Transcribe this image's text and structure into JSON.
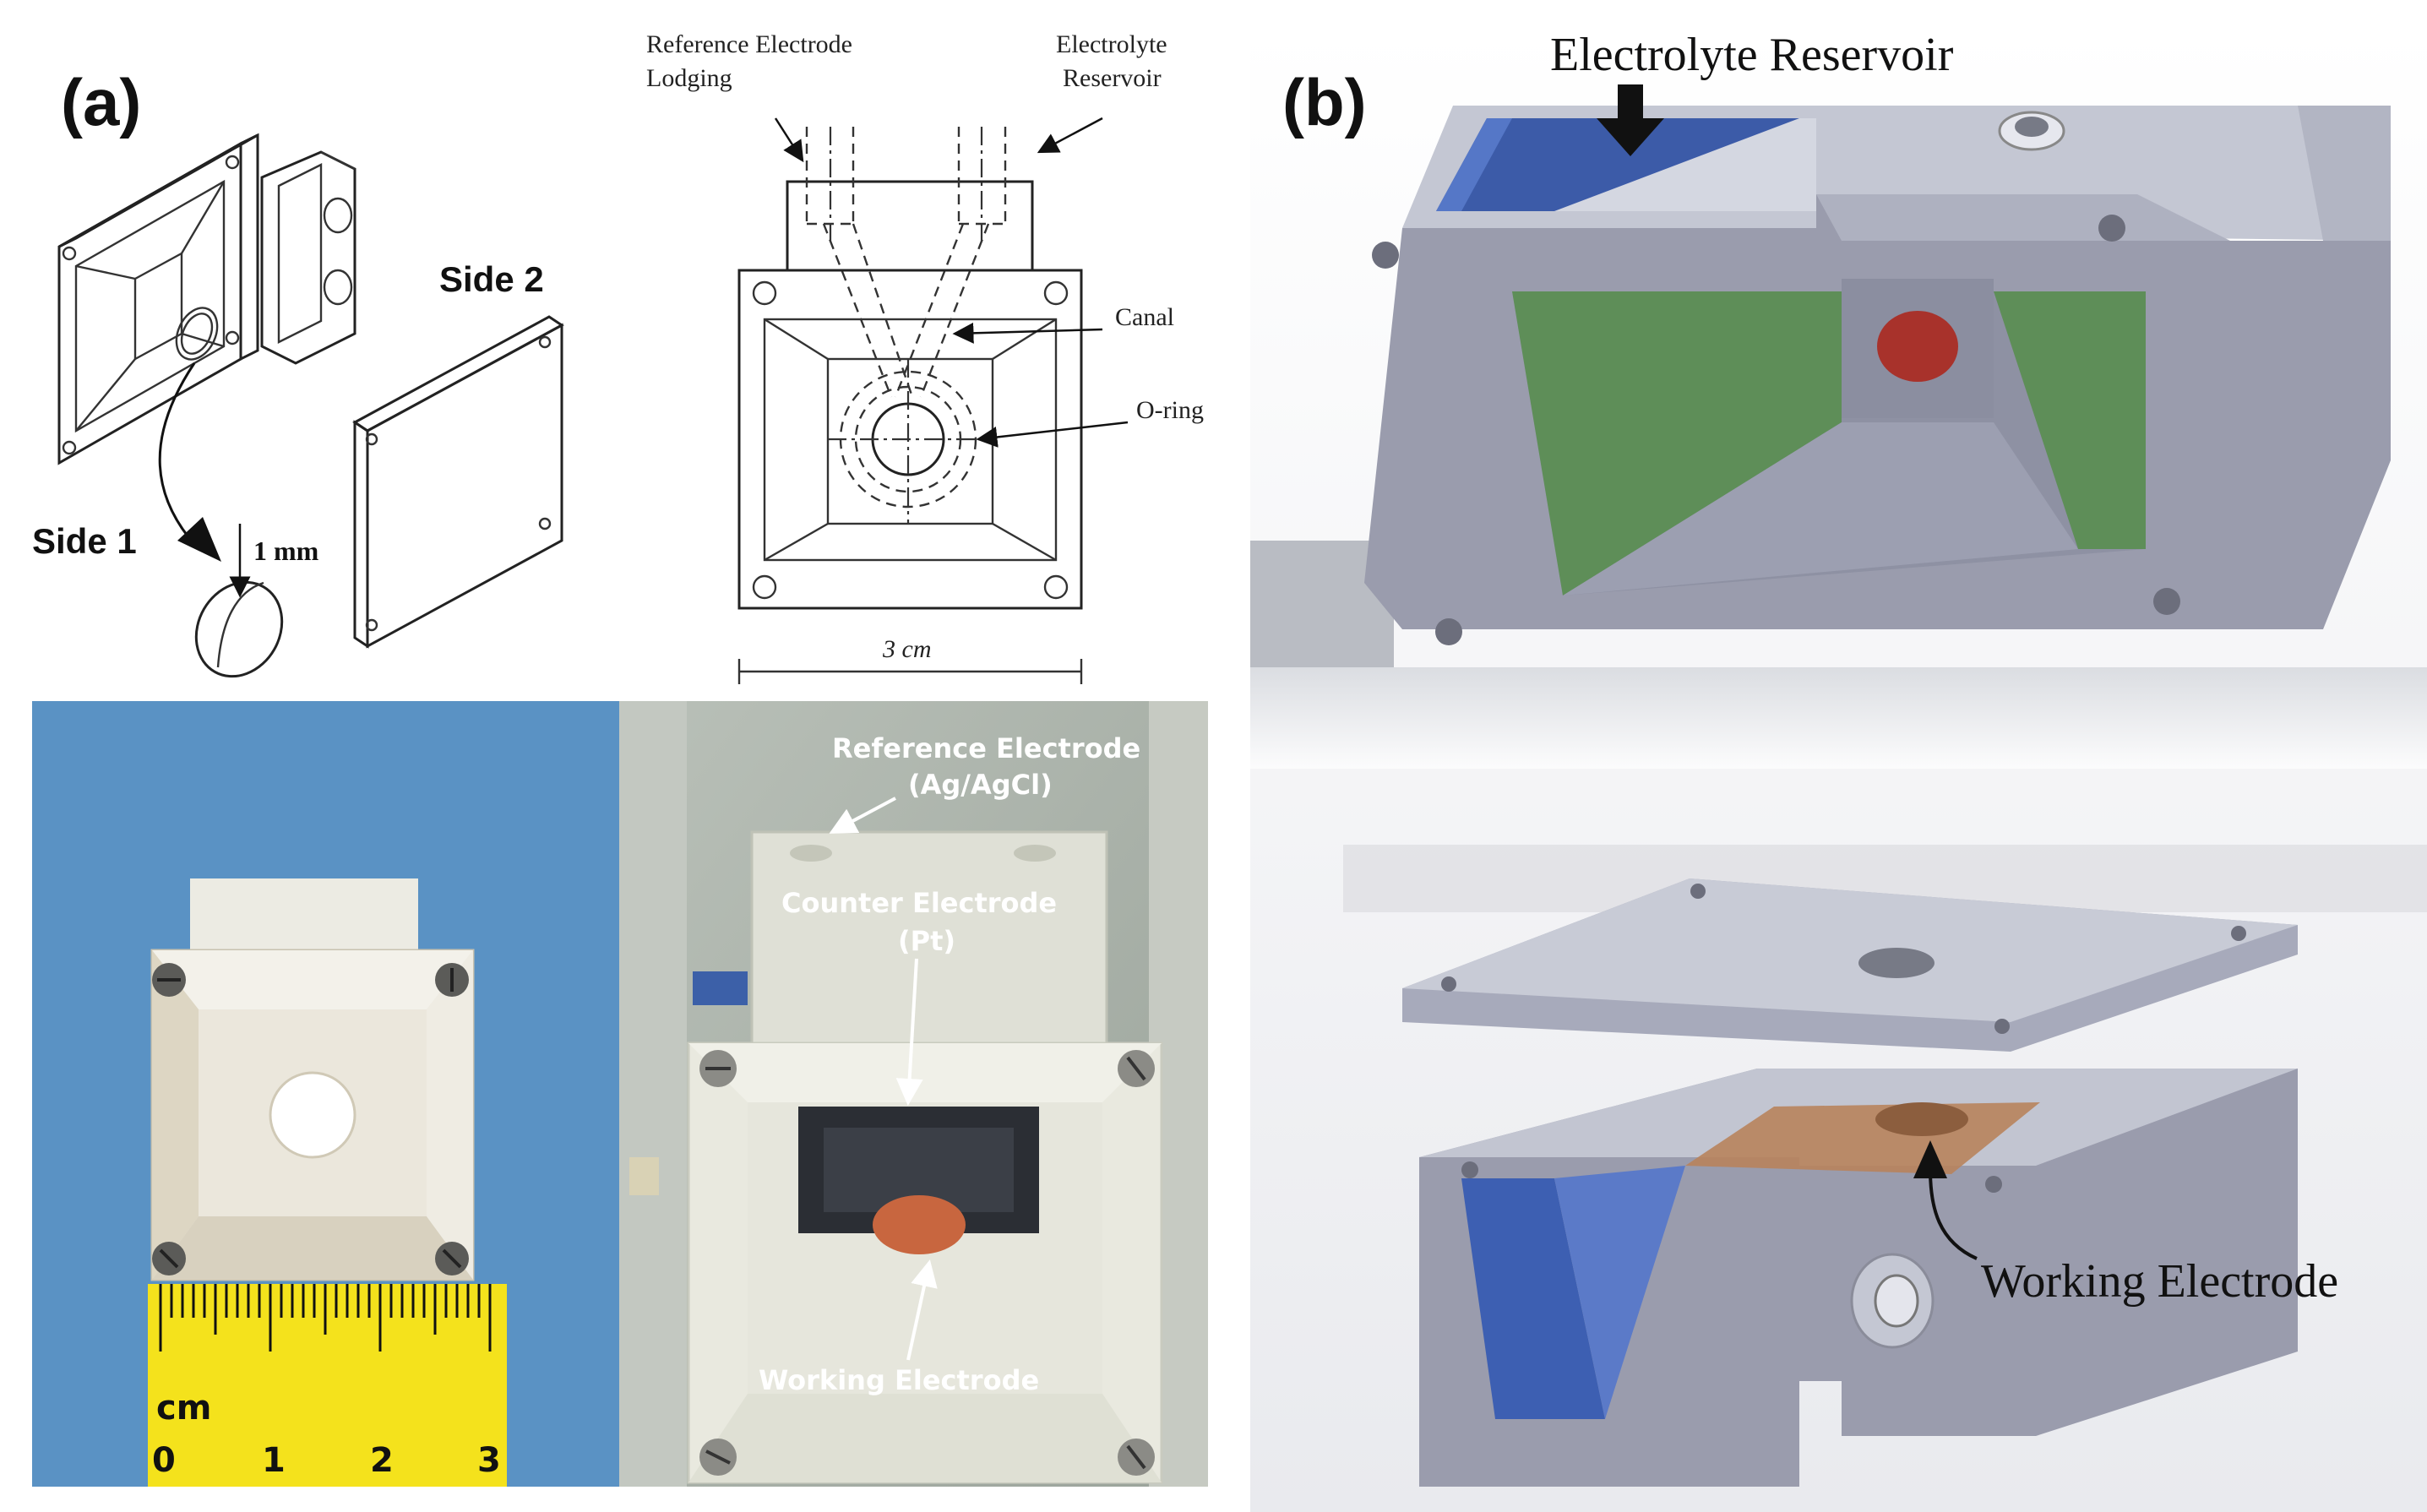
{
  "panels": {
    "a": {
      "letter": "(a)",
      "iso_drawing": {
        "side1": "Side 1",
        "side2": "Side 2",
        "thickness": "1 mm"
      },
      "section_drawing": {
        "reference_electrode_lodging_line1": "Reference Electrode",
        "reference_electrode_lodging_line2": "Lodging",
        "electrolyte_reservoir_line1": "Electrolyte",
        "electrolyte_reservoir_line2": "Reservoir",
        "canal": "Canal",
        "o_ring": "O-ring",
        "width": "3 cm"
      },
      "ruler_photo": {
        "unit": "cm",
        "ticks": [
          "0",
          "1",
          "2",
          "3"
        ]
      },
      "cell_photo": {
        "reference_line1": "Reference Electrode",
        "reference_line2": "(Ag/AgCl)",
        "counter_line1": "Counter Electrode",
        "counter_line2": "(Pt)",
        "working": "Working Electrode"
      }
    },
    "b": {
      "letter": "(b)",
      "electrolyte_reservoir": "Electrolyte Reservoir",
      "working_electrode": "Working Electrode"
    }
  },
  "colors": {
    "photo_blue": "#5a92c4",
    "ruler_yellow": "#f4e21c",
    "cad_grey": "#a8abbb",
    "cad_green": "#5e8e58",
    "cad_blue": "#3d5fb2",
    "electrode_red": "#a8322b",
    "electrode_copper": "#b8835c"
  }
}
